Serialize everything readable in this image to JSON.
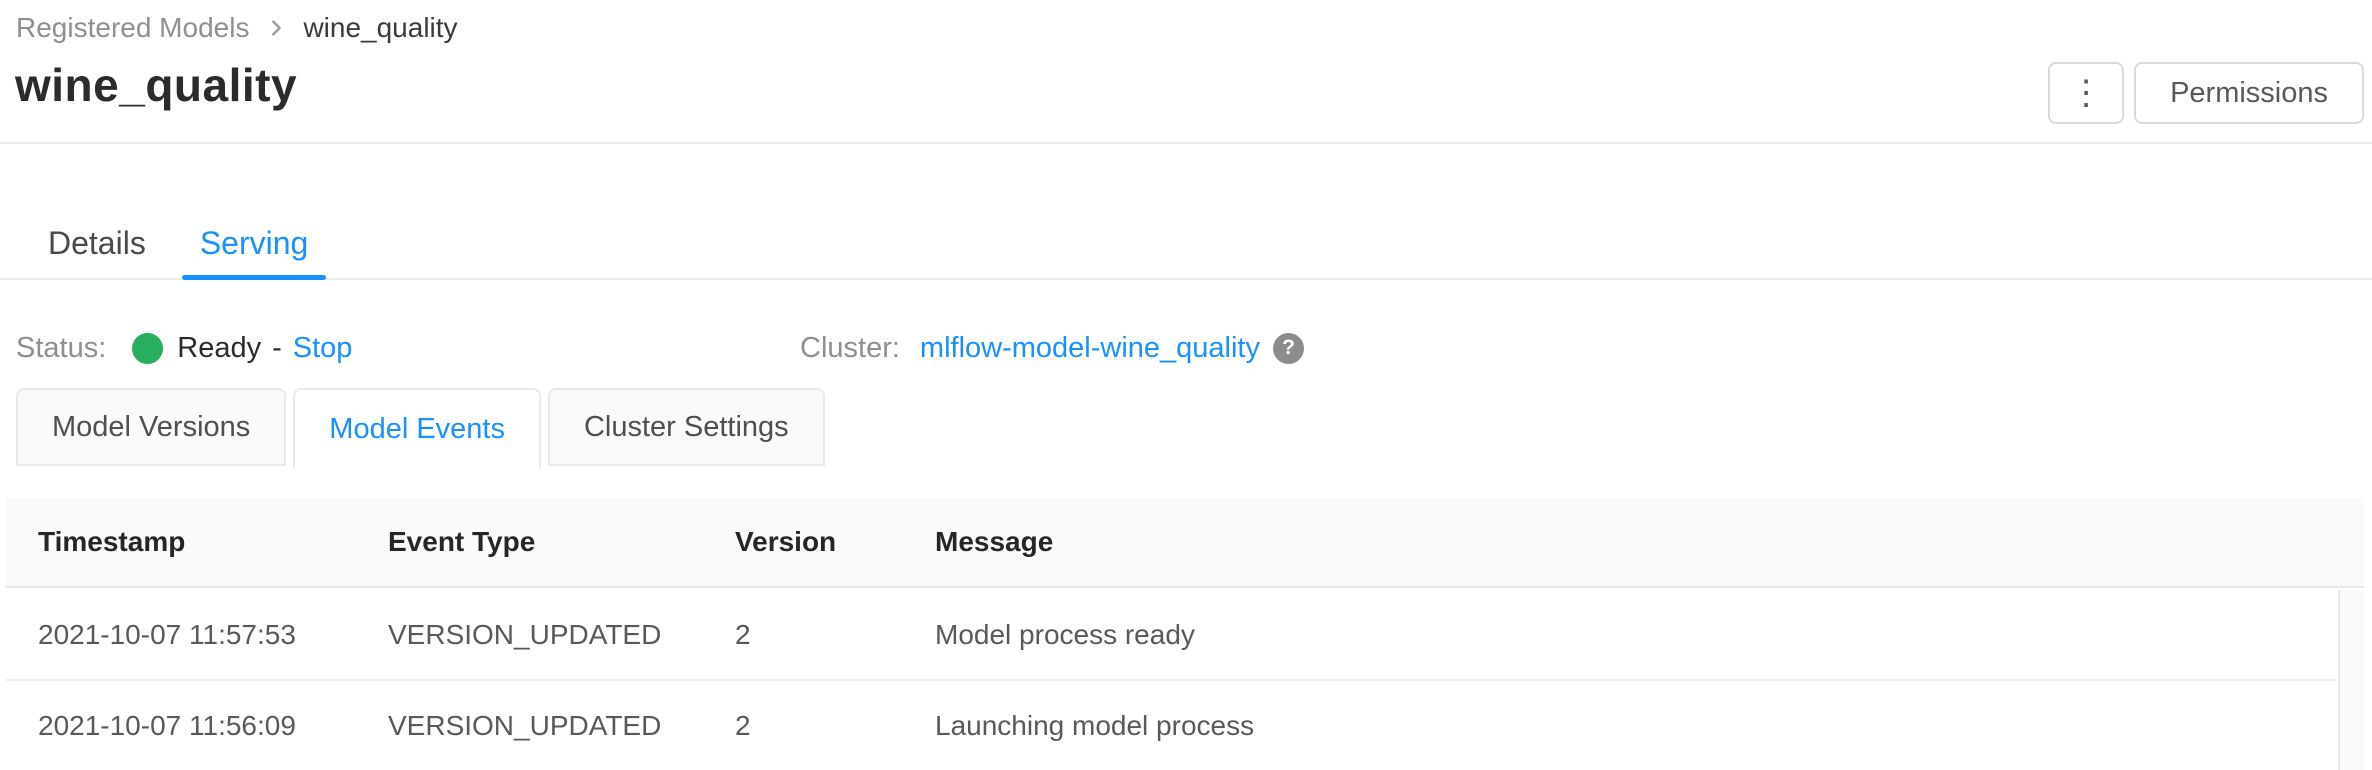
{
  "breadcrumb": {
    "items": [
      "Registered Models",
      "wine_quality"
    ]
  },
  "header": {
    "title": "wine_quality",
    "kebab_icon": "⋮",
    "permissions_button": "Permissions"
  },
  "main_tabs": [
    {
      "label": "Details",
      "active": false
    },
    {
      "label": "Serving",
      "active": true
    }
  ],
  "status": {
    "label": "Status:",
    "state": "Ready",
    "separator": "-",
    "stop_link": "Stop",
    "dot_color": "#27ae60"
  },
  "cluster": {
    "label": "Cluster:",
    "link": "mlflow-model-wine_quality",
    "help_icon": "?"
  },
  "sub_tabs": [
    {
      "label": "Model Versions",
      "active": false
    },
    {
      "label": "Model Events",
      "active": true
    },
    {
      "label": "Cluster Settings",
      "active": false
    }
  ],
  "events_table": {
    "columns": [
      "Timestamp",
      "Event Type",
      "Version",
      "Message"
    ],
    "rows": [
      {
        "timestamp": "2021-10-07 11:57:53",
        "event_type": "VERSION_UPDATED",
        "version": "2",
        "message": "Model process ready"
      },
      {
        "timestamp": "2021-10-07 11:56:09",
        "event_type": "VERSION_UPDATED",
        "version": "2",
        "message": "Launching model process"
      }
    ]
  },
  "colors": {
    "accent_blue": "#1890ff",
    "status_green": "#27ae60",
    "header_bg": "#fafafa",
    "border": "#e8e8e8"
  }
}
